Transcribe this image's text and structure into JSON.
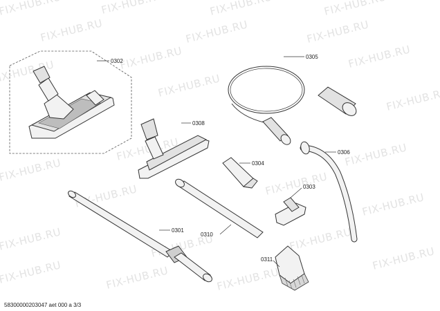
{
  "watermark": "FIX-HUB.RU",
  "footer": "58300000203047 aet 000 a 3/3",
  "parts": [
    {
      "id": "0302",
      "label": "0302"
    },
    {
      "id": "0305",
      "label": "0305"
    },
    {
      "id": "0308",
      "label": "0308"
    },
    {
      "id": "0304",
      "label": "0304"
    },
    {
      "id": "0306",
      "label": "0306"
    },
    {
      "id": "0303",
      "label": "0303"
    },
    {
      "id": "0301",
      "label": "0301"
    },
    {
      "id": "0310",
      "label": "0310"
    },
    {
      "id": "0311",
      "label": "0311"
    }
  ]
}
